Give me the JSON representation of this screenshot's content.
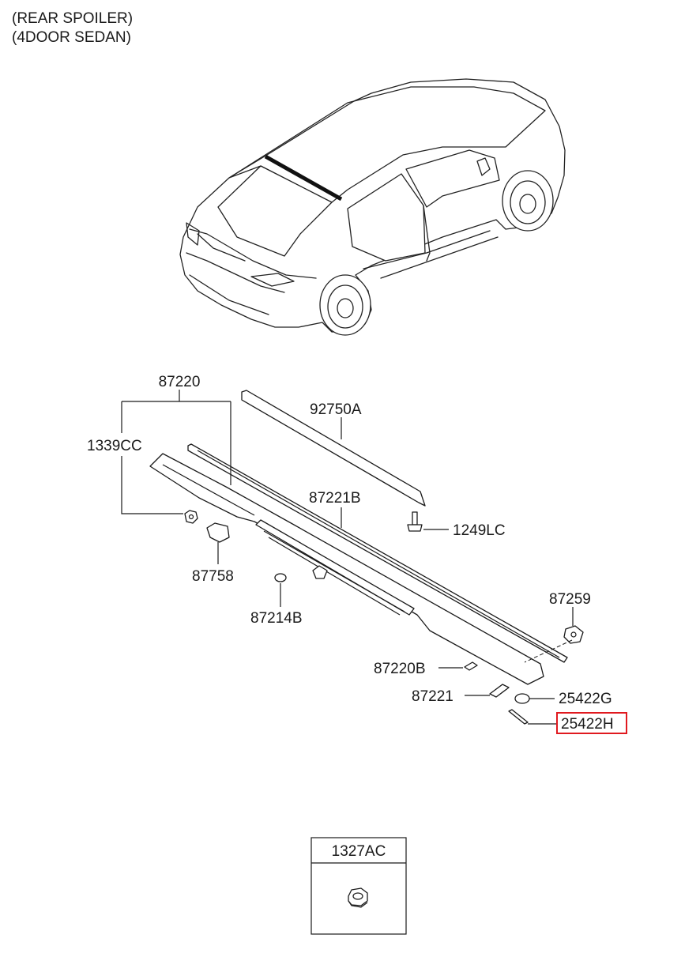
{
  "header": {
    "line1": "(REAR SPOILER)",
    "line2": "(4DOOR SEDAN)"
  },
  "parts": {
    "p87220": "87220",
    "p92750A": "92750A",
    "p1339CC": "1339CC",
    "p87221B": "87221B",
    "p1249LC": "1249LC",
    "p87758": "87758",
    "p87214B": "87214B",
    "p87259": "87259",
    "p87220B": "87220B",
    "p87221": "87221",
    "p25422G": "25422G",
    "p25422H": "25422H"
  },
  "highlight": {
    "color": "#e0191f"
  },
  "legend_box": {
    "label": "1327AC"
  }
}
